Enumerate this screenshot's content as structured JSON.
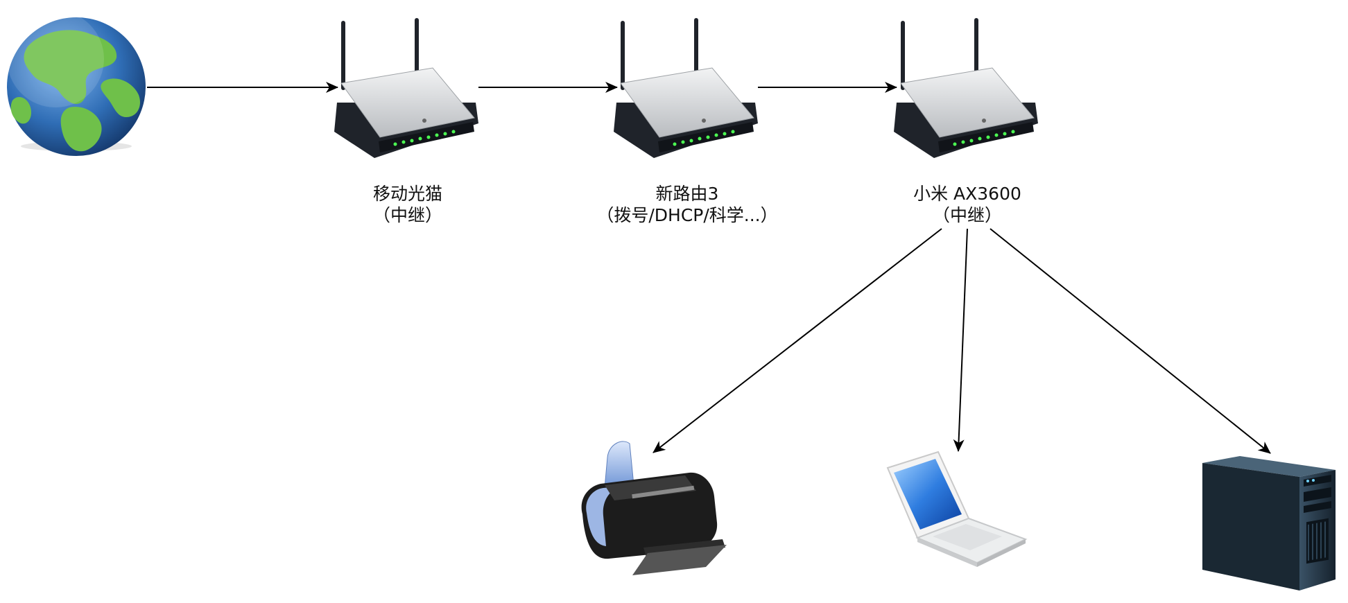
{
  "diagram": {
    "nodes": [
      {
        "id": "internet",
        "icon": "globe-icon",
        "label_lines": []
      },
      {
        "id": "router1",
        "icon": "wifi-router-icon",
        "label_lines": [
          "移动光猫",
          "（中继）"
        ]
      },
      {
        "id": "router2",
        "icon": "wifi-router-icon",
        "label_lines": [
          "新路由3",
          "（拨号/DHCP/科学...）"
        ]
      },
      {
        "id": "router3",
        "icon": "wifi-router-icon",
        "label_lines": [
          "小米 AX3600",
          "（中继）"
        ]
      },
      {
        "id": "printer",
        "icon": "printer-icon",
        "label_lines": []
      },
      {
        "id": "laptop",
        "icon": "laptop-icon",
        "label_lines": []
      },
      {
        "id": "server",
        "icon": "server-tower-icon",
        "label_lines": []
      }
    ],
    "edges": [
      {
        "from": "internet",
        "to": "router1"
      },
      {
        "from": "router1",
        "to": "router2"
      },
      {
        "from": "router2",
        "to": "router3"
      },
      {
        "from": "router3",
        "to": "printer"
      },
      {
        "from": "router3",
        "to": "laptop"
      },
      {
        "from": "router3",
        "to": "server"
      }
    ]
  },
  "colors": {
    "edge": "#000000",
    "ocean": "#2f6db5",
    "land": "#6fc04a",
    "router_body": "#1f232a",
    "router_top": "#d4d6d8",
    "led": "#4cff52",
    "printer_body": "#1c1c1c",
    "printer_accent": "#8eaee0",
    "laptop_screen": "#2f7de0",
    "server_body": "#1f2f3d"
  }
}
